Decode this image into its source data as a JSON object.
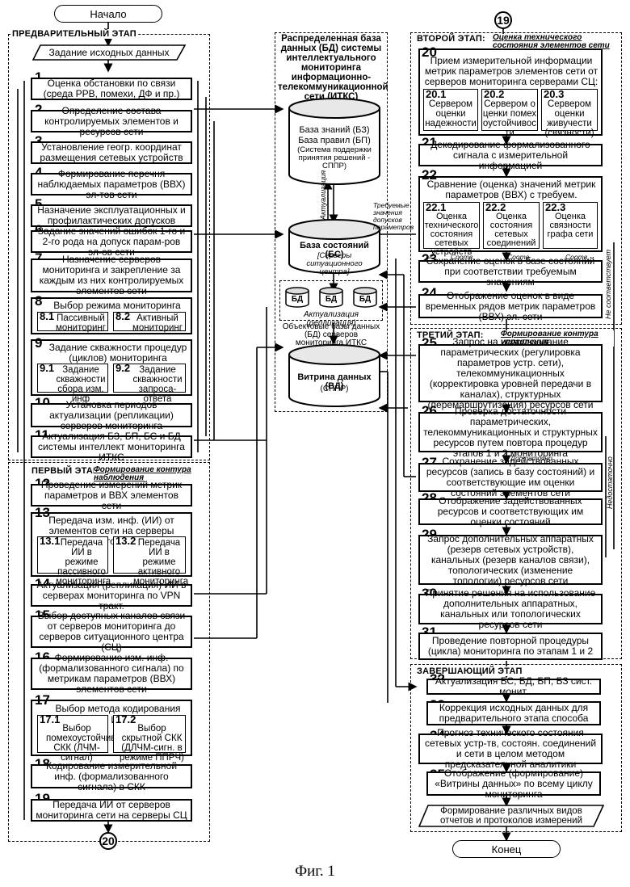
{
  "start": "Начало",
  "end": "Конец",
  "figure_caption": "Фиг. 1",
  "connectors": {
    "top": "19",
    "bottom": "20"
  },
  "stages": {
    "prelim": "ПРЕДВАРИТЕЛЬНЫЙ ЭТАП",
    "first": "ПЕРВЫЙ ЭТАП:",
    "first_sub": "Формирование контура наблюдения",
    "second": "ВТОРОЙ ЭТАП:",
    "second_sub": "Оценка технического состояния элементов сети",
    "third": "ТРЕТИЙ ЭТАП:",
    "third_sub": "Формирование контура управления",
    "final": "ЗАВЕРШАЮЩИЙ ЭТАП"
  },
  "input": "Задание исходных данных",
  "left_steps": [
    {
      "n": "1",
      "text": "Оценка обстановки по связи (среда РРВ, помехи, ДФ и пр.)"
    },
    {
      "n": "2",
      "text": "Определение состава контролируемых элементов и ресурсов сети"
    },
    {
      "n": "3",
      "text": "Установление геогр. координат размещения сетевых устройств"
    },
    {
      "n": "4",
      "text": "Формирование перечня наблюдаемых параметров (ВВХ) эл-тов сети"
    },
    {
      "n": "5",
      "text": "Назначение эксплуатационных и профилактических допусков"
    },
    {
      "n": "6",
      "text": "Задание значений ошибок 1-го и 2-го рода на допуск парам-ров эл-ов сети"
    },
    {
      "n": "7",
      "text": "Назначение серверов мониторинга и закрепление за каждым из них контролируемых элементов сети"
    },
    {
      "n": "8",
      "text": "Выбор режима мониторинга"
    },
    {
      "n": "9",
      "text": "Задание скважности процедур (циклов) мониторинга"
    },
    {
      "n": "10",
      "text": "Установка периодов актуализации (репликации) серверов мониторинга"
    },
    {
      "n": "11",
      "text": "Актуализация БЗ, БП, БС и БД системы интеллект мониторинга ИТКС"
    },
    {
      "n": "12",
      "text": "Проведение измерений метрик параметров и ВВХ элементов сети"
    },
    {
      "n": "13",
      "text": "Передача изм. инф. (ИИ) от элементов сети на серверы мониторинга"
    },
    {
      "n": "14",
      "text": "Актуализация (репликация) ИИ в серверах мониторинга по VPN тракт."
    },
    {
      "n": "15",
      "text": "Выбор доступных каналов связи от серверов мониторинга до серверов ситуационного центра (СЦ)"
    },
    {
      "n": "16",
      "text": "Формирование изм. инф. (формализованного сигнала) по метрикам параметров (ВВХ) элементов сети"
    },
    {
      "n": "17",
      "text": "Выбор метода кодирования ИИ"
    },
    {
      "n": "18",
      "text": "Кодирование измерительной инф. (формализованного сигнала) в СКК"
    },
    {
      "n": "19",
      "text": "Передача ИИ от серверов мониторинга сети на серверы СЦ"
    }
  ],
  "left_subs": [
    {
      "n": "8.1",
      "text": "Пассивный мониторинг"
    },
    {
      "n": "8.2",
      "text": "Активный мониторинг"
    },
    {
      "n": "9.1",
      "text": "Задание скважности сбора изм. инф"
    },
    {
      "n": "9.2",
      "text": "Задание скважности запроса-ответа"
    },
    {
      "n": "13.1",
      "text": "Передача ИИ в режиме пассивного мониторинга"
    },
    {
      "n": "13.2",
      "text": "Передача ИИ в режиме активного мониторинга"
    },
    {
      "n": "17.1",
      "text": "Выбор помехоустойчивой СКК (ЛЧМ-сигнал)"
    },
    {
      "n": "17.2",
      "text": "Выбор скрытной СКК (ДЛЧМ-сигн. в режиме ППРЧ)"
    }
  ],
  "right_steps": [
    {
      "n": "20",
      "text": "Прием измерительной информации метрик параметров элементов сети от серверов мониторинга серверами СЦ:"
    },
    {
      "n": "21",
      "text": "Декодирование формализованного сигнала с измерительной информацией"
    },
    {
      "n": "22",
      "text": "Сравнение (оценка) значений метрик параметров (ВВХ) с требуем. значениями"
    },
    {
      "n": "23",
      "text": "Сохранение оценок в базе состояний при соответствии требуемым значениям"
    },
    {
      "n": "24",
      "text": "Отображение оценок в виде временных рядов метрик параметров (ВВХ) эл. сети"
    },
    {
      "n": "25",
      "text": "Запрос на использование параметрических (регулировка параметров устр. сети), телекоммуникационных (корректировка уровней передачи в каналах), структурных (перемаршрутизация) ресурсов сети"
    },
    {
      "n": "26",
      "text": "Проверка достаточности параметрических, телекоммуникационных и структурных ресурсов путем повтора процедур этапов 1 и 2 мониторинга"
    },
    {
      "n": "27",
      "text": "Сохранение задействованных ресурсов (запись в базу состояний) и соответствующие им оценки состояний элементов сети"
    },
    {
      "n": "28",
      "text": "Отображение задействованных ресурсов и соответствующих им оценки состояний"
    },
    {
      "n": "29",
      "text": "Запрос дополнительных аппаратных (резерв сетевых устройств), канальных (резерв каналов связи), топологических (изменение топологии) ресурсов сети"
    },
    {
      "n": "30",
      "text": "Принятие решения на использование дополнительных аппаратных, канальных или топологических ресурсов сети"
    },
    {
      "n": "31",
      "text": "Проведение повторной процедуры (цикла) мониторинга по этапам 1 и 2"
    },
    {
      "n": "32",
      "text": "Актуализация БС, БД, БП, БЗ сист. монит."
    },
    {
      "n": "33",
      "text": "Коррекция исходных данных для предварительного этапа способа"
    },
    {
      "n": "34",
      "text": "Прогноз технического состояния сетевых устр-тв, состоян. соединений и сети в целом методом предсказательной аналитики"
    },
    {
      "n": "35",
      "text": "Отображение (формирование) «Витрины данных» по всему циклу мониторинга"
    }
  ],
  "right_subs": [
    {
      "n": "20.1",
      "text": "Сервером оценки надежности"
    },
    {
      "n": "20.2",
      "text": "Сервером оценки помехоустойчивости"
    },
    {
      "n": "20.3",
      "text": "Сервером оценки живучести (связности)"
    },
    {
      "n": "22.1",
      "text": "Оценка технического состояния сетевых устройств"
    },
    {
      "n": "22.2",
      "text": "Оценка состояния сетевых соединений"
    },
    {
      "n": "22.3",
      "text": "Оценка связности графа сети"
    }
  ],
  "output": "Формирование различных видов отчетов и протоколов измерений",
  "db": {
    "title": "Распределенная база данных (БД) системы интеллектуального мониторинга информационно-телекоммуникационной сети (ИТКС)",
    "kb": "База знаний (БЗ)",
    "rules": "База правил (БП)",
    "dss": "(Система поддержки принятия решений - СППР)",
    "state": "База состояний (БС)",
    "state_sub": "[Серверы ситуационного центра]",
    "bd": "БД",
    "actual": "Актуализация (репликация)",
    "object": "Объектовые базы данных (БД) серверов мониторинга ИТКС",
    "vitrina": "Витрина данных (ВД)",
    "vitrina_sub": "(СППР)",
    "actualization_vert": "Актуализация",
    "required": "Требуемые значения допусков параметров"
  },
  "labels": {
    "sootv": "Соотв.",
    "not_sootv": "Не соответствует",
    "enough": "Достаточно",
    "not_enough": "Недостаточно"
  }
}
